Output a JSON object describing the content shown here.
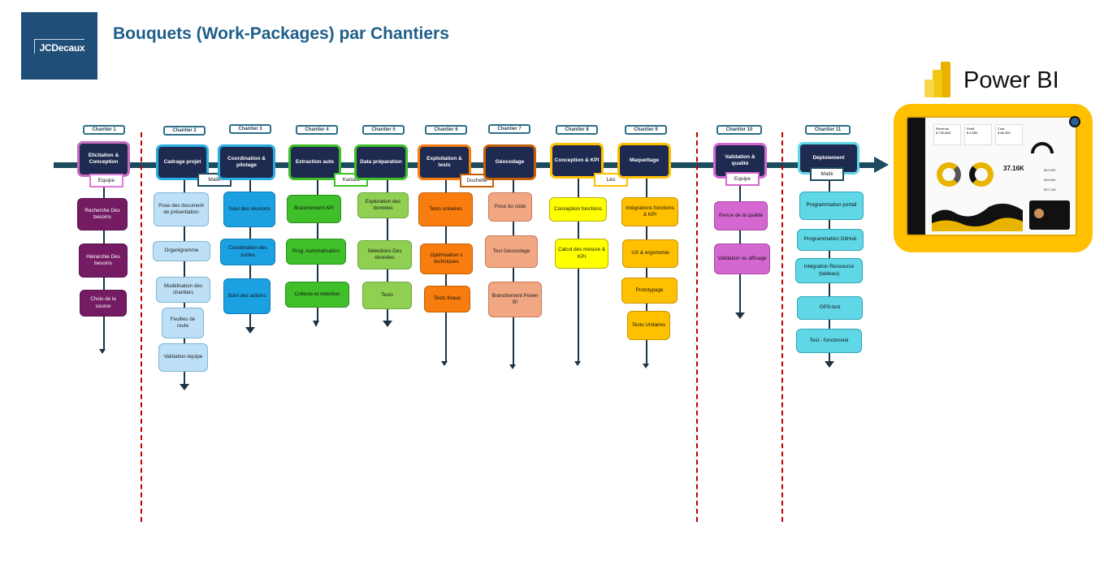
{
  "logo": {
    "text": "JCDecaux"
  },
  "title": "Bouquets (Work-Packages) par Chantiers",
  "powerbi": {
    "label": "Power BI"
  },
  "dashboard": {
    "cards": [
      "Revenue",
      "Profit",
      "Cost"
    ],
    "card_values": [
      "$ 730,888",
      "$ 4,550",
      "$ 68,390"
    ],
    "kpi": "37.16K",
    "side_values": [
      "$42,290",
      "$38,556",
      "$37,148"
    ]
  },
  "chantiers": [
    {
      "label": "Chantier 1",
      "head": "Elicitation & Conception",
      "owner": "Equipe",
      "boxes": [
        "Recherche Des besoins",
        "Hiérarchie Des besoins",
        "Choix de la source"
      ]
    },
    {
      "label": "Chantier 2",
      "head": "Cadrage projet",
      "owner": "Malik",
      "boxes": [
        "Pose des document de présentation",
        "Organigramme",
        "Modélisation des chantiers",
        "Feuilles de route",
        "Validation équipe"
      ]
    },
    {
      "label": "Chantier 3",
      "head": "Coordination & pilotage",
      "owner": "",
      "boxes": [
        "Suivi des réunions",
        "Coordination des socles",
        "Suivi des actions"
      ]
    },
    {
      "label": "Chantier 4",
      "head": "Extraction auto",
      "owner": "Kanata",
      "boxes": [
        "Branchement API",
        "Prog. Automatisation",
        "Collecte et rétention"
      ]
    },
    {
      "label": "Chantier 5",
      "head": "Data préparation",
      "owner": "",
      "boxes": [
        "Exploration des données",
        "Sélections Des données",
        "Tests"
      ]
    },
    {
      "label": "Chantier 6",
      "head": "Exploitation & tests",
      "owner": "Duchelle",
      "boxes": [
        "Tests unitaires",
        "Optimisation s techniques",
        "Tests finaux"
      ]
    },
    {
      "label": "Chantier 7",
      "head": "Géocodage",
      "owner": "",
      "boxes": [
        "Pose du code",
        "Test Géocodage",
        "Branchement Power BI"
      ]
    },
    {
      "label": "Chantier 8",
      "head": "Conception & KPI",
      "owner": "Léo",
      "boxes": [
        "Conception fonctions",
        "Calcul des mesure & KPI"
      ]
    },
    {
      "label": "Chantier 9",
      "head": "Maquettage",
      "owner": "",
      "boxes": [
        "Intégrations fonctions & KPI",
        "UX & ergonomie",
        "Prototypage",
        "Tests Unitaires"
      ]
    },
    {
      "label": "Chantier 10",
      "head": "Validation & qualité",
      "owner": "Equipe",
      "boxes": [
        "Revue de la qualité",
        "Validation ou affinage"
      ]
    },
    {
      "label": "Chantier 11",
      "head": "Déploiement",
      "owner": "Malik",
      "boxes": [
        "Programmation portail",
        "Programmation GitHub",
        "Intégration Ressource (tableau)",
        "OPS-test",
        "Test - fonctionnel"
      ]
    }
  ],
  "colors": {
    "header_bg": "#1e2a4f",
    "timeline": "#1c4b5e",
    "separator": "#c00000"
  }
}
